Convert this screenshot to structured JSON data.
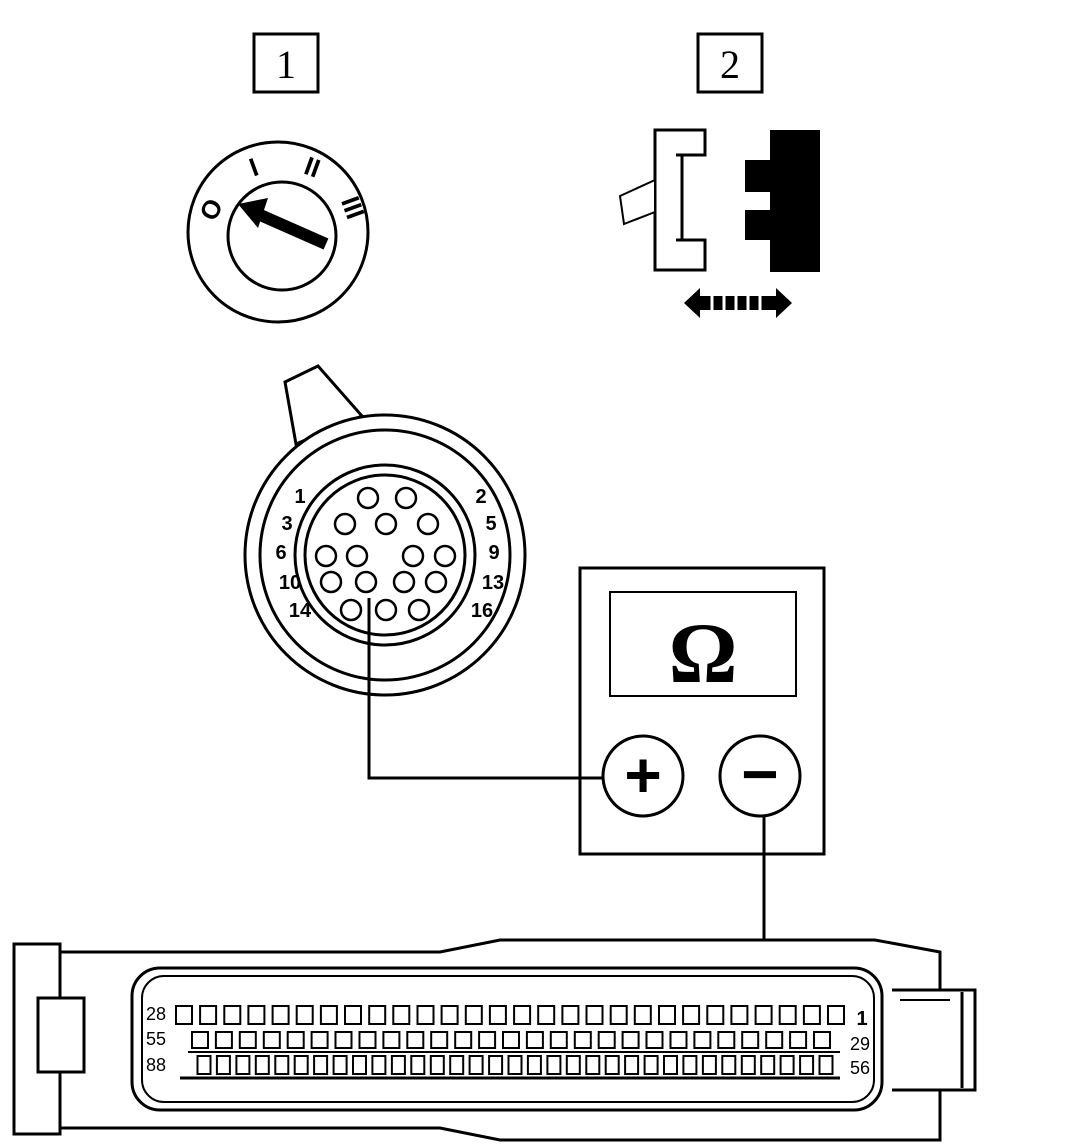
{
  "step1": {
    "label": "1",
    "switch_positions": [
      "O",
      "I",
      "II",
      "III"
    ]
  },
  "step2": {
    "label": "2"
  },
  "round_connector": {
    "pin_labels_left": [
      "1",
      "3",
      "6",
      "10",
      "14"
    ],
    "pin_labels_right": [
      "2",
      "5",
      "9",
      "13",
      "16"
    ]
  },
  "multimeter": {
    "display": "Ω",
    "plus": "+",
    "minus": "−"
  },
  "ecu_connector": {
    "row1": {
      "left": "28",
      "right": "1"
    },
    "row2": {
      "left": "55",
      "right": "29"
    },
    "row3": {
      "left": "88",
      "right": "56"
    }
  },
  "colors": {
    "ink": "#000000",
    "paper": "#ffffff"
  }
}
